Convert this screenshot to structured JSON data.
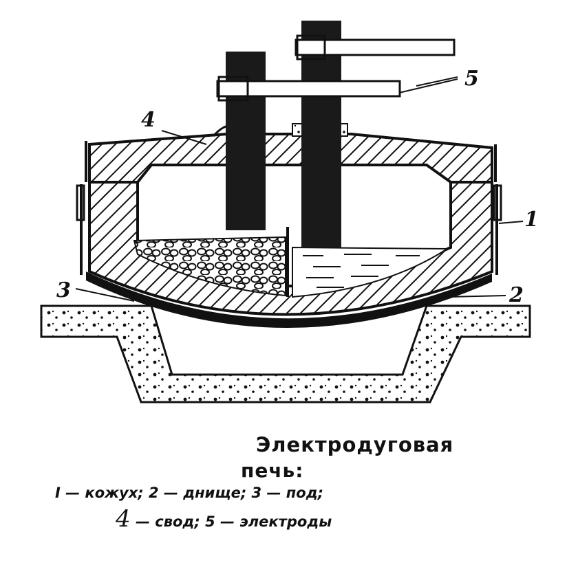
{
  "figure": {
    "callouts": {
      "c1": "1",
      "c2": "2",
      "c3": "3",
      "c4": "4",
      "c5": "5"
    },
    "caption": {
      "title": "Электродуговая",
      "subtitle": "печь:",
      "line1": "I — кожух; 2 — днище; 3 — под;",
      "line2_num": "4",
      "line2_rest": " — свод; 5 — электроды"
    },
    "colors": {
      "ink": "#111111",
      "paper": "#ffffff",
      "electrode": "#1a1a1a"
    }
  }
}
